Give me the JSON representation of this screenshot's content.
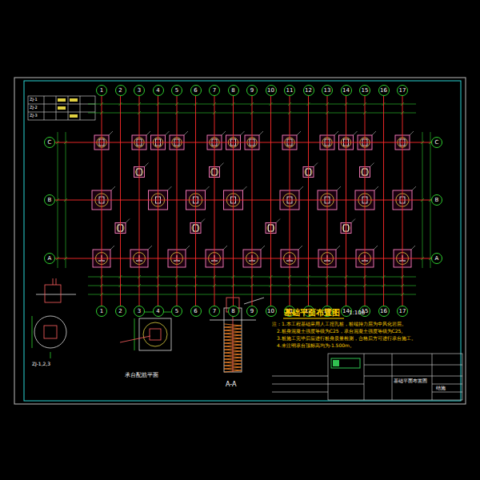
{
  "diagram": {
    "title": "基础平面布置图",
    "nodes": [
      {
        "text": [
          "1"
        ]
      },
      {
        "text": [
          "2"
        ]
      },
      {
        "text": [
          "3"
        ]
      },
      {
        "text": [
          "4"
        ]
      },
      {
        "text": [
          "5"
        ]
      },
      {
        "text": [
          "6"
        ]
      },
      {
        "text": [
          "7"
        ]
      },
      {
        "text": [
          "8"
        ]
      },
      {
        "text": [
          "9"
        ]
      },
      {
        "text": [
          "10"
        ]
      },
      {
        "text": [
          "11"
        ]
      },
      {
        "text": [
          "12"
        ]
      },
      {
        "text": [
          "13"
        ]
      },
      {
        "text": [
          "14"
        ]
      },
      {
        "text": [
          "15"
        ]
      },
      {
        "text": [
          "16"
        ]
      },
      {
        "text": [
          "17"
        ]
      },
      {
        "text": [
          "1"
        ]
      },
      {
        "text": [
          "2"
        ]
      },
      {
        "text": [
          "3"
        ]
      },
      {
        "text": [
          "4"
        ]
      },
      {
        "text": [
          "5"
        ]
      },
      {
        "text": [
          "6"
        ]
      },
      {
        "text": [
          "7"
        ]
      },
      {
        "text": [
          "8"
        ]
      },
      {
        "text": [
          "9"
        ]
      },
      {
        "text": [
          "10"
        ]
      },
      {
        "text": [
          "11"
        ]
      },
      {
        "text": [
          "12"
        ]
      },
      {
        "text": [
          "13"
        ]
      },
      {
        "text": [
          "14"
        ]
      },
      {
        "text": [
          "15"
        ]
      },
      {
        "text": [
          "16"
        ]
      },
      {
        "text": [
          "17"
        ]
      },
      {
        "text": [
          "C"
        ]
      },
      {
        "text": [
          "B"
        ]
      },
      {
        "text": [
          "A"
        ]
      },
      {
        "text": [
          "C"
        ]
      },
      {
        "text": [
          "B"
        ]
      },
      {
        "text": [
          "A"
        ]
      }
    ],
    "edges": [
      {
        "from": 0,
        "to": 17,
        "arrow": "none"
      },
      {
        "from": 1,
        "to": 18,
        "arrow": "none"
      },
      {
        "from": 2,
        "to": 19,
        "arrow": "none"
      },
      {
        "from": 3,
        "to": 20,
        "arrow": "none"
      },
      {
        "from": 4,
        "to": 21,
        "arrow": "none"
      },
      {
        "from": 5,
        "to": 22,
        "arrow": "none"
      },
      {
        "from": 6,
        "to": 23,
        "arrow": "none"
      },
      {
        "from": 7,
        "to": 24,
        "arrow": "none"
      },
      {
        "from": 8,
        "to": 25,
        "arrow": "none"
      },
      {
        "from": 9,
        "to": 26,
        "arrow": "none"
      },
      {
        "from": 10,
        "to": 27,
        "arrow": "none"
      },
      {
        "from": 11,
        "to": 28,
        "arrow": "none"
      },
      {
        "from": 12,
        "to": 29,
        "arrow": "none"
      },
      {
        "from": 13,
        "to": 30,
        "arrow": "none"
      },
      {
        "from": 14,
        "to": 31,
        "arrow": "none"
      },
      {
        "from": 15,
        "to": 32,
        "arrow": "none"
      },
      {
        "from": 16,
        "to": 33,
        "arrow": "none"
      },
      {
        "from": 34,
        "to": 37,
        "arrow": "none"
      },
      {
        "from": 35,
        "to": 38,
        "arrow": "none"
      },
      {
        "from": 36,
        "to": 39,
        "arrow": "none"
      }
    ],
    "labels": [
      "1:100",
      "注：1.本工程基础采用人工挖孔桩，桩端持力层为中风化岩层。",
      "2.桩身混凝土强度等级为C25，承台混凝土强度等级为C25。",
      "3.桩施工完毕后应进行桩身质量检测，合格后方可进行承台施工。",
      "4.未注明承台顶标高均为-1.500m。",
      "ZJ-1,2,3",
      "承台配筋平面",
      "A-A",
      "ZJ-1",
      "ZJ-2",
      "ZJ-3",
      "基础平面布置图",
      "结施"
    ]
  }
}
